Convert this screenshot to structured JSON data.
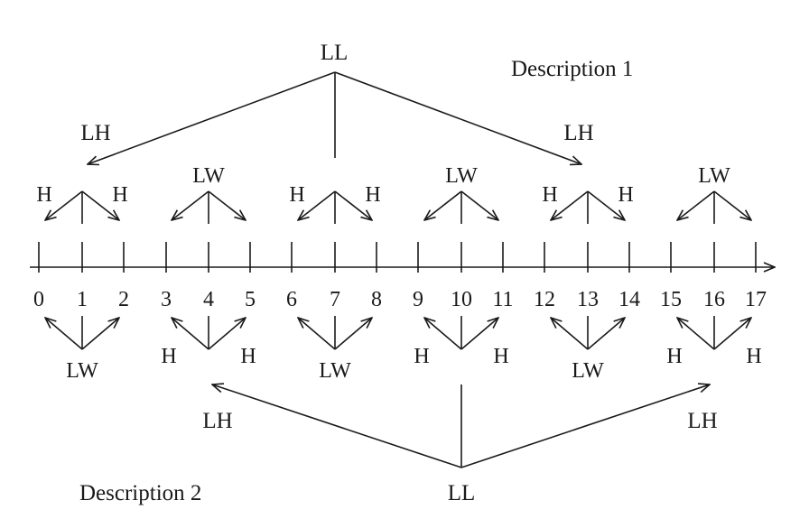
{
  "descriptions": {
    "top": "Description 1",
    "bottom": "Description 2"
  },
  "top_tree": {
    "root": "LL",
    "left_child": "LH",
    "right_child": "LH",
    "branch_labels": [
      {
        "label": "H",
        "type": "hh"
      },
      {
        "label": "LW",
        "type": "lw"
      },
      {
        "label": "H",
        "type": "hh"
      },
      {
        "label": "LW",
        "type": "lw"
      },
      {
        "label": "H",
        "type": "hh"
      },
      {
        "label": "LW",
        "type": "lw"
      }
    ]
  },
  "bottom_tree": {
    "root": "LL",
    "left_child": "LH",
    "right_child": "LH",
    "branch_labels": [
      {
        "label": "LW",
        "type": "lw"
      },
      {
        "label": "H",
        "type": "hh"
      },
      {
        "label": "LW",
        "type": "lw"
      },
      {
        "label": "H",
        "type": "hh"
      },
      {
        "label": "LW",
        "type": "lw"
      },
      {
        "label": "H",
        "type": "hh"
      }
    ]
  },
  "axis": {
    "ticks": [
      "0",
      "1",
      "2",
      "3",
      "4",
      "5",
      "6",
      "7",
      "8",
      "9",
      "10",
      "11",
      "12",
      "13",
      "14",
      "15",
      "16",
      "17"
    ]
  }
}
